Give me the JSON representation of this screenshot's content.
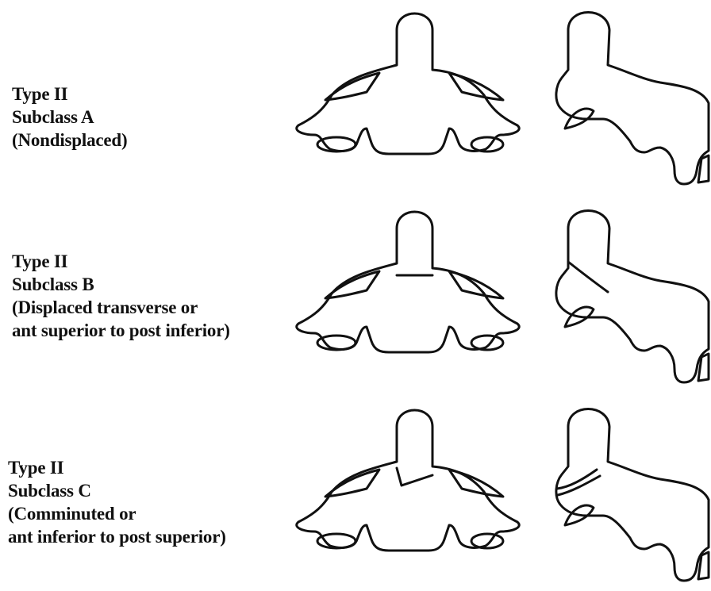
{
  "rows": [
    {
      "lines": [
        "Type II",
        "Subclass A",
        "(Nondisplaced)"
      ],
      "fracture": "none"
    },
    {
      "lines": [
        "Type II",
        "Subclass B",
        "(Displaced transverse or",
        "ant superior to post inferior)"
      ],
      "fracture": "transverse"
    },
    {
      "lines": [
        "Type II",
        "Subclass C",
        "(Comminuted or",
        "ant inferior to post superior)"
      ],
      "fracture": "oblique"
    }
  ]
}
